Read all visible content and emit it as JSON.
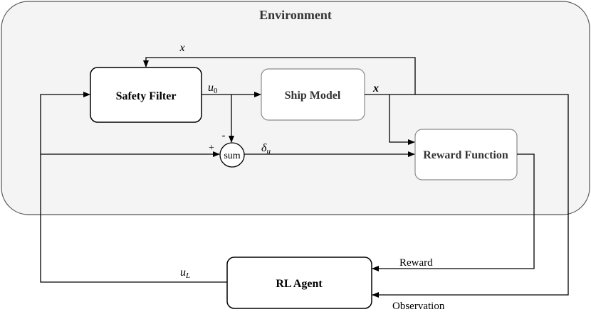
{
  "environment": {
    "title": "Environment"
  },
  "blocks": {
    "safety_filter": "Safety Filter",
    "ship_model": "Ship Model",
    "reward_function": "Reward Function",
    "rl_agent": "RL Agent",
    "sum": "sum"
  },
  "signals": {
    "x_top": "x",
    "u0": "u",
    "u0_sub": "0",
    "x_right": "x",
    "delta_u": "δ",
    "delta_u_sub": "u",
    "uL": "u",
    "uL_sub": "L",
    "minus": "-",
    "plus": "+",
    "reward": "Reward",
    "observation": "Observation"
  }
}
